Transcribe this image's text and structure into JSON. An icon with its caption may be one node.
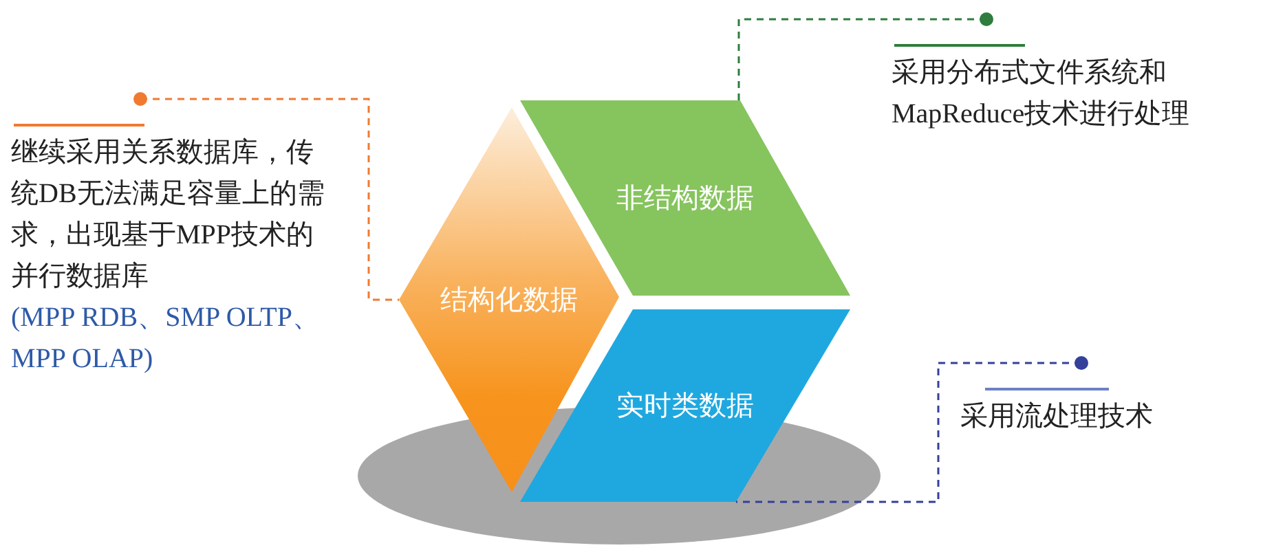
{
  "diagram": {
    "nodes": [
      {
        "text": [
          "结构化数据"
        ]
      },
      {
        "text": [
          "非结构数据"
        ]
      },
      {
        "text": [
          "实时类数据"
        ]
      },
      {
        "text": [
          "继续采用关系数据库，传统DB无法满足容量上的需求，出现基于MPP技术的并行数据库",
          "(MPP RDB、SMP OLTP、MPP OLAP)"
        ]
      },
      {
        "text": [
          "采用分布式文件系统和MapReduce技术进行处理"
        ]
      },
      {
        "text": [
          "采用流处理技术"
        ]
      },
      {
        "text": [],
        "shape": "ellipse"
      }
    ],
    "edges": [
      {
        "from": 3,
        "to": 0,
        "arrow": "other",
        "style": "dashed",
        "color": "#f07a30"
      },
      {
        "from": 4,
        "to": 1,
        "arrow": "other",
        "style": "dashed",
        "color": "#2e7d3e"
      },
      {
        "from": 5,
        "to": 2,
        "arrow": "other",
        "style": "dashed",
        "color": "#34409a"
      }
    ]
  }
}
